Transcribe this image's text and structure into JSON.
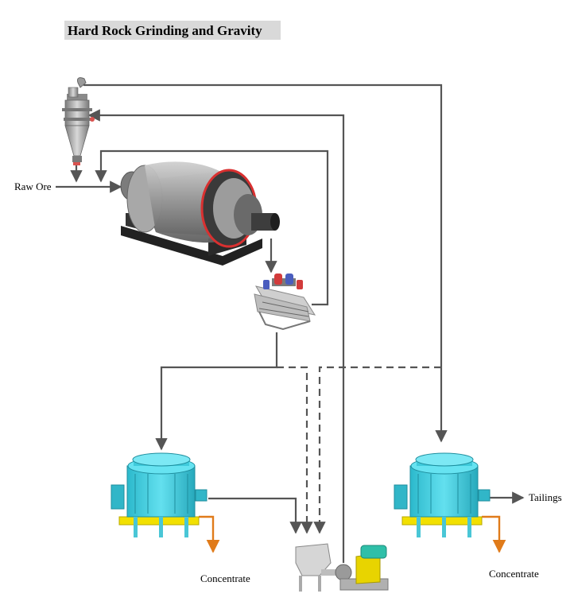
{
  "title": "Hard Rock Grinding and Gravity",
  "labels": {
    "raw_ore": "Raw Ore",
    "concentrate_left": "Concentrate",
    "concentrate_right": "Concentrate",
    "tailings": "Tailings"
  },
  "equipment": [
    {
      "id": "hydrocyclone",
      "icon": "hydrocyclone-icon"
    },
    {
      "id": "ball-mill",
      "icon": "ball-mill-icon"
    },
    {
      "id": "vibrating-screen",
      "icon": "vibrating-screen-icon"
    },
    {
      "id": "centrifugal-concentrator-1",
      "icon": "centrifugal-concentrator-icon"
    },
    {
      "id": "centrifugal-concentrator-2",
      "icon": "centrifugal-concentrator-icon"
    },
    {
      "id": "pump-box",
      "icon": "pump-icon"
    }
  ],
  "colors": {
    "flow_line": "#555555",
    "concentrate_line": "#e07b1a",
    "concentrator_body": "#45d3e6",
    "concentrator_base": "#f2e000",
    "mill_body": "#8c8c8c",
    "mill_ring": "#d93030",
    "pump_motor": "#2fbfa8",
    "pump_frame": "#e8d400",
    "title_background": "#d9d9d9"
  }
}
